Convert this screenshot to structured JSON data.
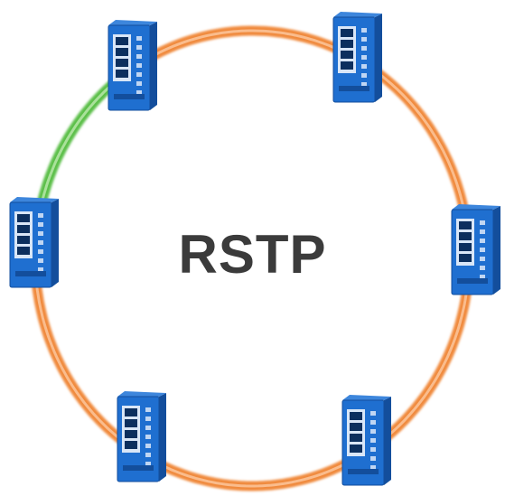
{
  "diagram": {
    "center_label": "RSTP",
    "ring": {
      "primary_color": "#f08a3c",
      "primary_highlight": "#fbc49a",
      "alternate_color": "#5cbf4a",
      "alternate_highlight": "#b6e6a8"
    },
    "switch": {
      "body_color": "#1f6fd0",
      "body_dark": "#134e9c",
      "port_color": "#0c2f5e",
      "label_color": "#e8f0fb"
    },
    "switches": [
      {
        "id": "switch-top-left",
        "ports": 4
      },
      {
        "id": "switch-top-right",
        "ports": 4
      },
      {
        "id": "switch-left",
        "ports": 4
      },
      {
        "id": "switch-right",
        "ports": 4
      },
      {
        "id": "switch-bottom-left",
        "ports": 4
      },
      {
        "id": "switch-bottom-right",
        "ports": 4
      }
    ],
    "links": [
      {
        "id": "link-top",
        "state": "active"
      },
      {
        "id": "link-right-upper",
        "state": "active"
      },
      {
        "id": "link-right-lower",
        "state": "active"
      },
      {
        "id": "link-bottom",
        "state": "active"
      },
      {
        "id": "link-left-lower",
        "state": "active"
      },
      {
        "id": "link-left-upper",
        "state": "alternate"
      }
    ]
  }
}
